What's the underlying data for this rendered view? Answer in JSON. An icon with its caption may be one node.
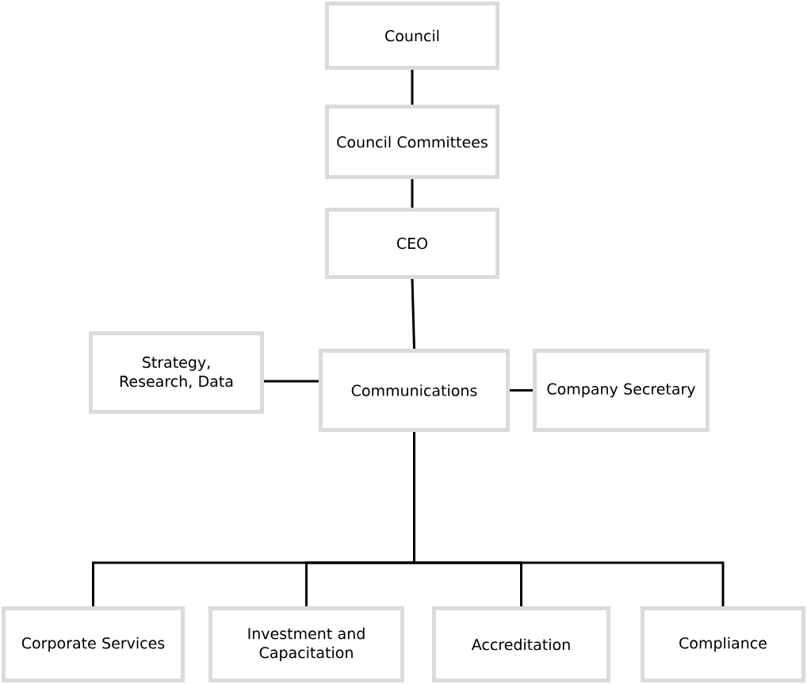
{
  "diagram": {
    "nodes": [
      {
        "text": [
          "Council"
        ]
      },
      {
        "text": [
          "Council Committees"
        ]
      },
      {
        "text": [
          "CEO"
        ]
      },
      {
        "text": [
          "Strategy, Research, Data"
        ]
      },
      {
        "text": [
          "Communications"
        ]
      },
      {
        "text": [
          "Company Secretary"
        ]
      },
      {
        "text": [
          "Corporate Services"
        ]
      },
      {
        "text": [
          "Investment and Capacitation"
        ]
      },
      {
        "text": [
          "Accreditation"
        ]
      },
      {
        "text": [
          "Compliance"
        ]
      }
    ],
    "edges": [
      {
        "from": 0,
        "to": 1,
        "arrow": "none"
      },
      {
        "from": 1,
        "to": 2,
        "arrow": "none"
      },
      {
        "from": 2,
        "to": 4,
        "arrow": "none"
      },
      {
        "from": 3,
        "to": 4,
        "arrow": "none"
      },
      {
        "from": 4,
        "to": 5,
        "arrow": "none"
      },
      {
        "from": 4,
        "to": 6,
        "arrow": "none"
      },
      {
        "from": 4,
        "to": 7,
        "arrow": "none"
      },
      {
        "from": 4,
        "to": 8,
        "arrow": "none"
      },
      {
        "from": 4,
        "to": 9,
        "arrow": "none"
      }
    ]
  }
}
